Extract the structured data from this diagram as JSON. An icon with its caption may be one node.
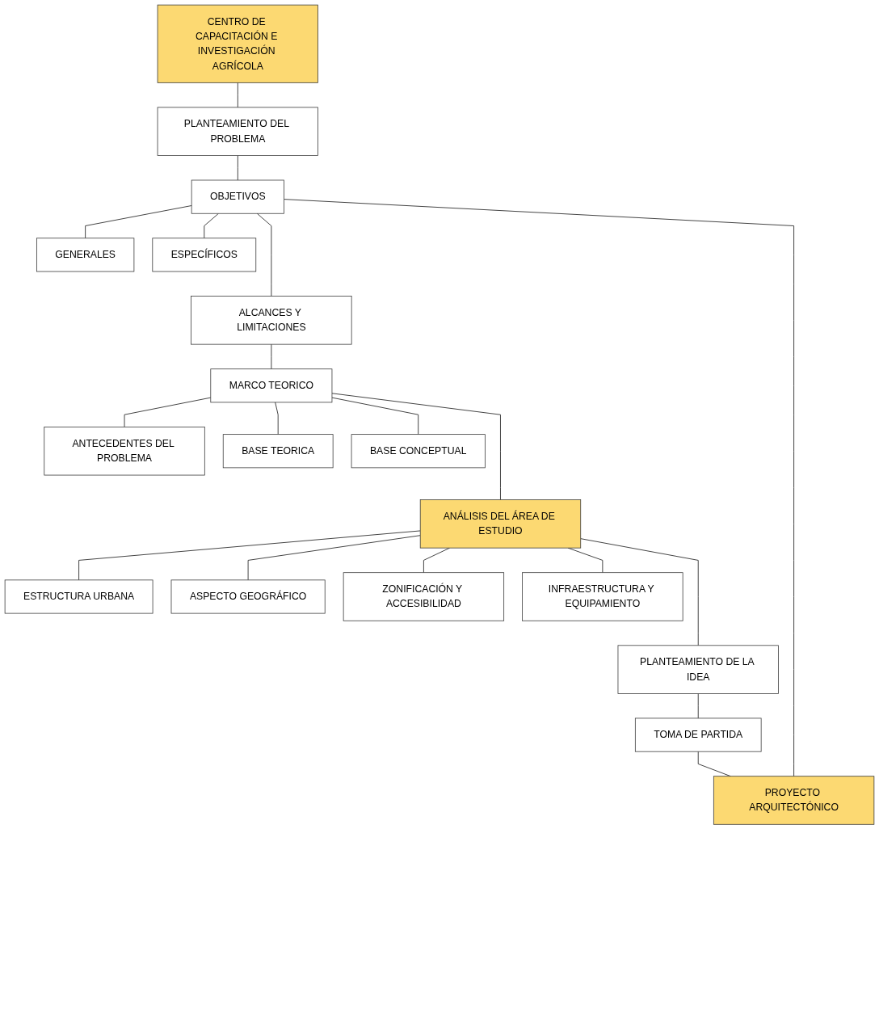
{
  "diagram": {
    "nodes": [
      {
        "text": [
          "CENTRO DE CAPACITACIÓN E INVESTIGACIÓN AGRÍCOLA"
        ]
      },
      {
        "text": [
          "PLANTEAMIENTO DEL PROBLEMA"
        ]
      },
      {
        "text": [
          "OBJETIVOS"
        ]
      },
      {
        "text": [
          "GENERALES"
        ]
      },
      {
        "text": [
          "ESPECÍFICOS"
        ]
      },
      {
        "text": [
          "ALCANCES Y LIMITACIONES"
        ]
      },
      {
        "text": [
          "ANTECEDENTES DEL PROBLEMA"
        ]
      },
      {
        "text": [
          "MARCO TEORICO"
        ]
      },
      {
        "text": [
          "BASE TEORICA"
        ]
      },
      {
        "text": [
          "BASE CONCEPTUAL"
        ]
      },
      {
        "text": [
          "ESTRUCTURA URBANA"
        ]
      },
      {
        "text": [
          "ANÁLISIS DEL ÁREA DE ESTUDIO"
        ]
      },
      {
        "text": [
          "ASPECTO GEOGRÁFICO"
        ]
      },
      {
        "text": [
          "ZONIFICACIÓN Y ACCESIBILIDAD"
        ]
      },
      {
        "text": [
          "INFRAESTRUCTURA Y EQUIPAMIENTO"
        ]
      },
      {
        "text": [
          "PLANTEAMIENTO DE LA IDEA"
        ]
      },
      {
        "text": [
          "TOMA DE PARTIDA"
        ]
      },
      {
        "text": [
          "PROYECTO ARQUITECTÓNICO"
        ]
      }
    ],
    "edges": [
      {
        "from": 0,
        "to": 1,
        "arrow": "none"
      },
      {
        "from": 1,
        "to": 2,
        "arrow": "none"
      },
      {
        "from": 2,
        "to": 3,
        "arrow": "none"
      },
      {
        "from": 2,
        "to": 4,
        "arrow": "none"
      },
      {
        "from": 2,
        "to": 5,
        "arrow": "none"
      },
      {
        "from": 5,
        "to": 7,
        "arrow": "none"
      },
      {
        "from": 7,
        "to": 6,
        "arrow": "none"
      },
      {
        "from": 7,
        "to": 8,
        "arrow": "none"
      },
      {
        "from": 7,
        "to": 9,
        "arrow": "none"
      },
      {
        "from": 7,
        "to": 11,
        "arrow": "none"
      },
      {
        "from": 11,
        "to": 10,
        "arrow": "none"
      },
      {
        "from": 11,
        "to": 13,
        "arrow": "none"
      },
      {
        "from": 11,
        "to": 12,
        "arrow": "none"
      },
      {
        "from": 11,
        "to": 14,
        "arrow": "none"
      },
      {
        "from": 11,
        "to": 15,
        "arrow": "none"
      },
      {
        "from": 15,
        "to": 16,
        "arrow": "none"
      },
      {
        "from": 16,
        "to": 17,
        "arrow": "none"
      },
      {
        "from": 2,
        "to": 17,
        "arrow": "none"
      }
    ]
  }
}
